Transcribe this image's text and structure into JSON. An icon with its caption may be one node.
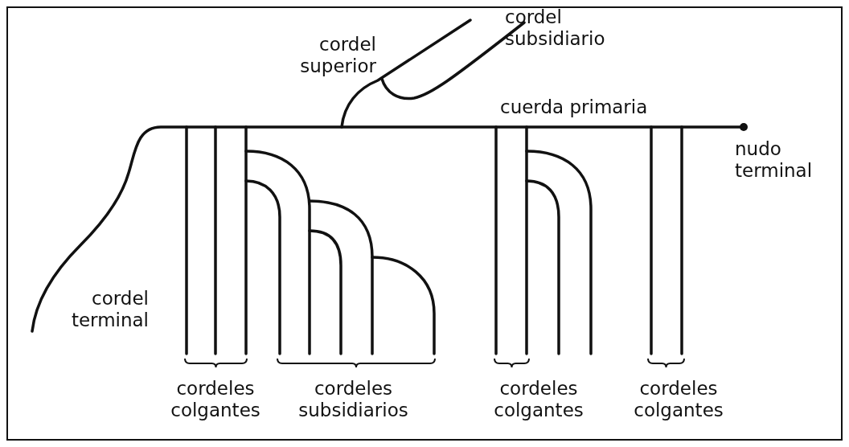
{
  "diagram": {
    "labels": [
      "cordel subsidiario",
      "cordel superior",
      "cuerda primaria",
      "nudo terminal",
      "cordel terminal",
      "cordeles colgantes",
      "cordeles subsidiarios",
      "cordeles colgantes",
      "cordeles colgantes"
    ]
  }
}
